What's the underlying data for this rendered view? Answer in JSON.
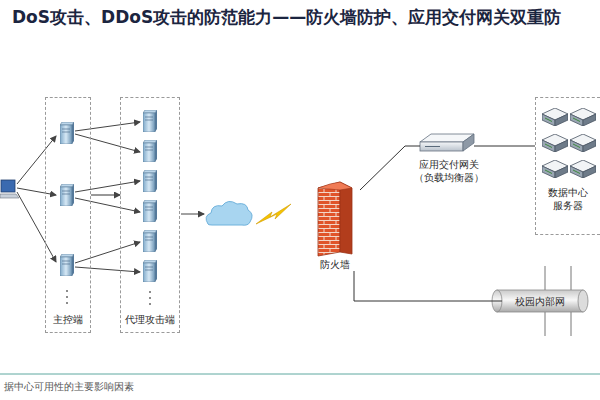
{
  "diagram": {
    "title": "DoS攻击、DDoS攻击的防范能力——防火墙防护、应用交付网关双重防",
    "caption": "据中心可用性的主要影响因素",
    "nodes": [
      {
        "text": [
          "主控端"
        ]
      },
      {
        "text": [
          "代理攻击端"
        ]
      },
      {
        "text": [
          "防火墙"
        ]
      },
      {
        "text": [
          "应用交付网关",
          "（负载均衡器）"
        ]
      },
      {
        "text": [
          "数据中心 服务器"
        ]
      },
      {
        "text": [
          "校园内部网"
        ]
      }
    ],
    "edges": [
      {
        "from": 0,
        "to": 1,
        "arrow": "to"
      },
      {
        "from": 2,
        "to": 3,
        "arrow": "none"
      },
      {
        "from": 3,
        "to": 4,
        "arrow": "none"
      },
      {
        "from": 2,
        "to": 5,
        "arrow": "none"
      }
    ]
  }
}
